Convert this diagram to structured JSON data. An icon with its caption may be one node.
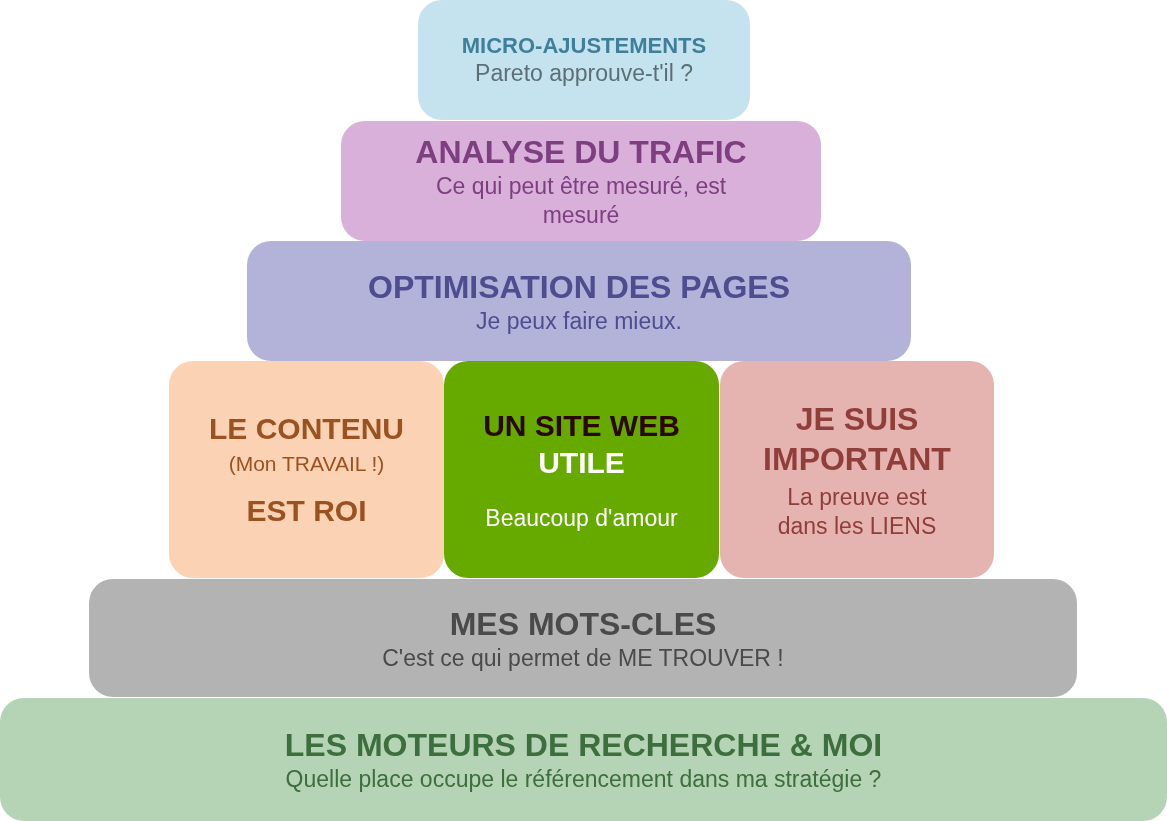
{
  "diagram": {
    "nodes": [
      {
        "text": [
          "MICRO-AJUSTEMENTS",
          "Pareto approuve-t'il ?"
        ]
      },
      {
        "text": [
          "ANALYSE DU TRAFIC",
          "Ce qui peut être mesuré, est mesuré"
        ]
      },
      {
        "text": [
          "OPTIMISATION DES PAGES",
          "Je peux faire mieux."
        ]
      },
      {
        "text": [
          "LE CONTENU",
          "(Mon TRAVAIL !)",
          "EST ROI"
        ]
      },
      {
        "text": [
          "UN SITE WEB",
          "UTILE",
          "Beaucoup d'amour"
        ]
      },
      {
        "text": [
          "JE SUIS IMPORTANT",
          "La preuve est dans les LIENS"
        ]
      },
      {
        "text": [
          "MES MOTS-CLES",
          "C'est ce qui permet de ME TROUVER !"
        ]
      },
      {
        "text": [
          "LES MOTEURS DE RECHERCHE & MOI",
          "Quelle place occupe le référencement dans ma stratégie ?"
        ]
      }
    ]
  }
}
